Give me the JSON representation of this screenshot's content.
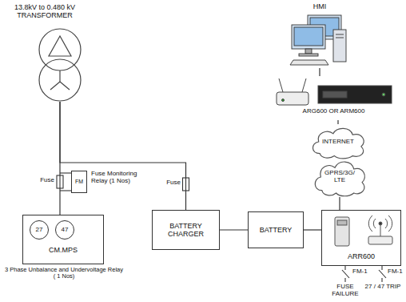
{
  "diagram": {
    "nodes": [
      {
        "text": [
          "13.8kV to 0.480 kV TRANSFORMER"
        ]
      },
      {
        "text": [
          "HMI"
        ]
      },
      {
        "text": [
          "ARG600 OR ARM600"
        ]
      },
      {
        "text": [
          "INTERNET"
        ]
      },
      {
        "text": [
          "GPRS/3G/ LTE"
        ]
      },
      {
        "text": [
          "FM",
          "Fuse Monitoring Relay (1 Nos)"
        ]
      },
      {
        "text": [
          "CM.MPS",
          "3 Phase Unbalance and Undervoltage Relay ( 1 Nos)"
        ]
      },
      {
        "text": [
          "27"
        ],
        "in": 6
      },
      {
        "text": [
          "47"
        ],
        "in": 6
      },
      {
        "text": [
          "BATTERY CHARGER"
        ]
      },
      {
        "text": [
          "BATTERY"
        ]
      },
      {
        "text": [
          "ARR600"
        ]
      }
    ],
    "edges": [
      {
        "from": 0,
        "to": 6,
        "arrow": "none"
      },
      {
        "from": 0,
        "to": 9,
        "arrow": "none"
      },
      {
        "from": 1,
        "to": 2,
        "arrow": "none"
      },
      {
        "from": 2,
        "to": 3,
        "arrow": "none"
      },
      {
        "from": 4,
        "to": 11,
        "arrow": "none"
      },
      {
        "from": 9,
        "to": 10,
        "arrow": "none"
      },
      {
        "from": 10,
        "to": 11,
        "arrow": "none"
      }
    ],
    "labels": [
      "Fuse",
      "Fuse",
      "FM-1",
      "FM-1",
      "FUSE FAILURE",
      "27 / 47 TRIP"
    ]
  }
}
